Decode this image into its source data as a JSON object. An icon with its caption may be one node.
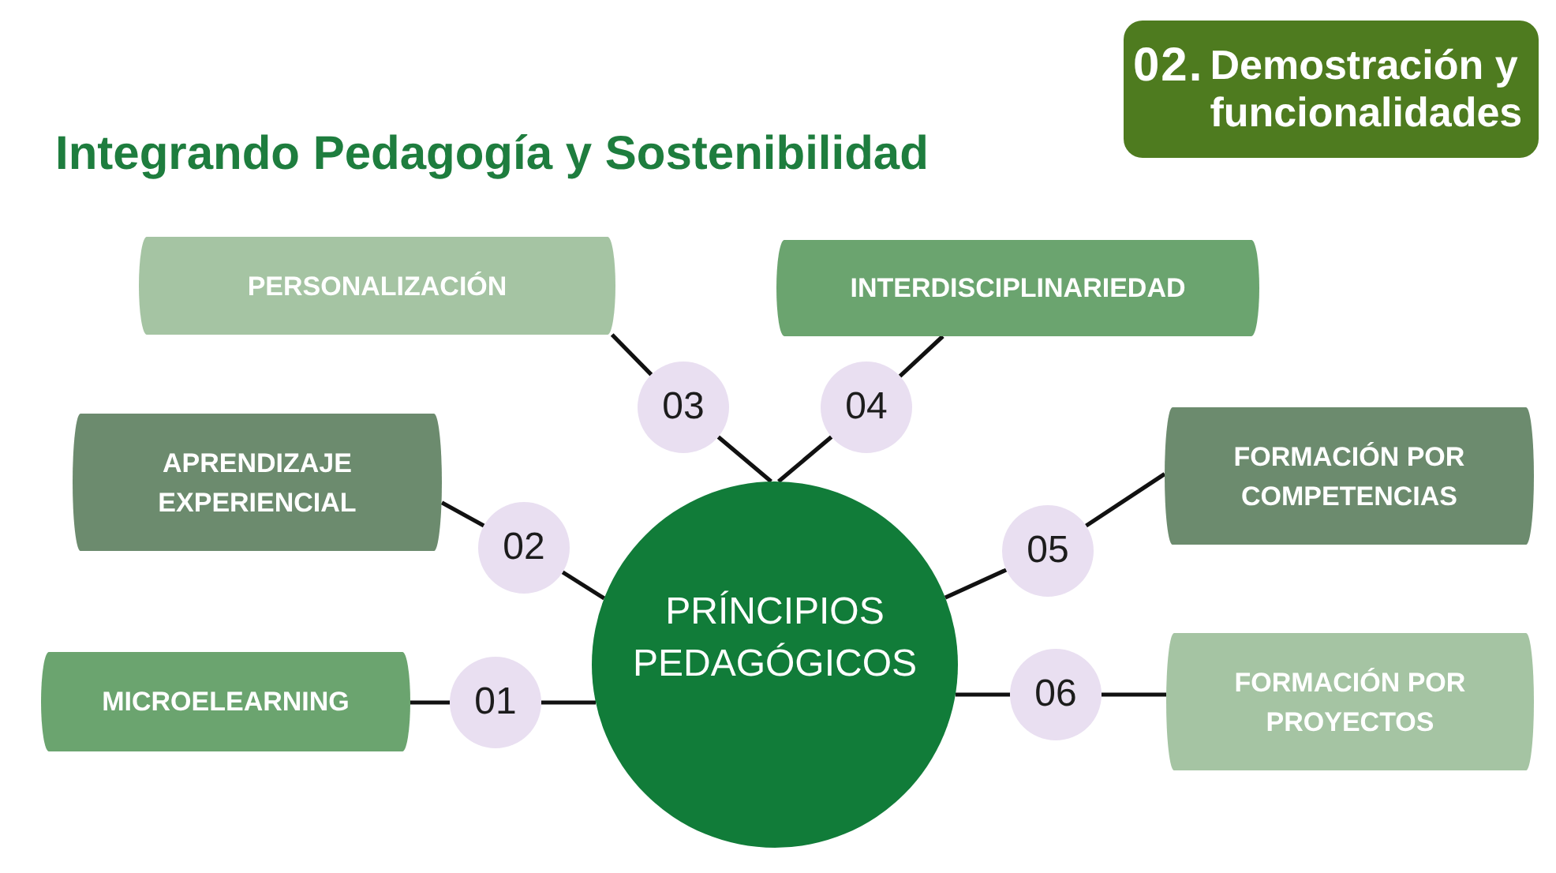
{
  "diagram": {
    "title": "Integrando Pedagogía y Sostenibilidad",
    "nodes": [
      {
        "text": [
          "02.",
          "Demostración y funcionalidades"
        ]
      },
      {
        "text": [
          "PERSONALIZACIÓN"
        ]
      },
      {
        "text": [
          "03"
        ]
      },
      {
        "text": [
          "INTERDISCIPLINARIEDAD"
        ]
      },
      {
        "text": [
          "04"
        ]
      },
      {
        "text": [
          "APRENDIZAJE EXPERIENCIAL"
        ]
      },
      {
        "text": [
          "02"
        ]
      },
      {
        "text": [
          "FORMACIÓN POR COMPETENCIAS"
        ]
      },
      {
        "text": [
          "05"
        ]
      },
      {
        "text": [
          "PRÍNCIPIOS PEDAGÓGICOS"
        ]
      },
      {
        "text": [
          "MICROELEARNING"
        ]
      },
      {
        "text": [
          "01"
        ]
      },
      {
        "text": [
          "06"
        ]
      },
      {
        "text": [
          "FORMACIÓN POR PROYECTOS"
        ]
      }
    ],
    "edges": [
      {
        "from": 1,
        "to": 2,
        "arrow": "none"
      },
      {
        "from": 2,
        "to": 9,
        "arrow": "none"
      },
      {
        "from": 3,
        "to": 4,
        "arrow": "none"
      },
      {
        "from": 4,
        "to": 9,
        "arrow": "none"
      },
      {
        "from": 5,
        "to": 6,
        "arrow": "none"
      },
      {
        "from": 6,
        "to": 9,
        "arrow": "none"
      },
      {
        "from": 7,
        "to": 8,
        "arrow": "none"
      },
      {
        "from": 8,
        "to": 9,
        "arrow": "none"
      },
      {
        "from": 10,
        "to": 11,
        "arrow": "none"
      },
      {
        "from": 11,
        "to": 9,
        "arrow": "none"
      },
      {
        "from": 13,
        "to": 12,
        "arrow": "none"
      },
      {
        "from": 12,
        "to": 9,
        "arrow": "none"
      }
    ]
  }
}
